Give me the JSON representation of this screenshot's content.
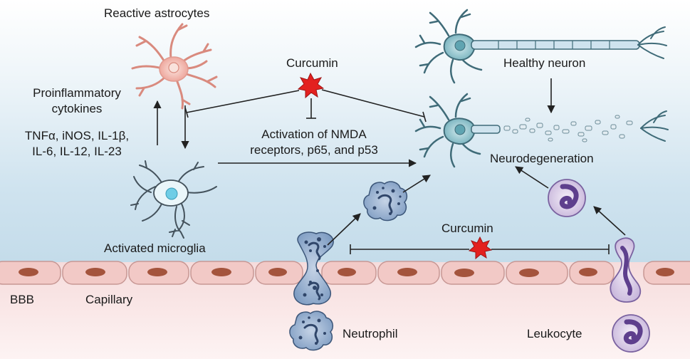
{
  "labels": {
    "reactive_astrocytes": "Reactive astrocytes",
    "curcumin_top": "Curcumin",
    "healthy_neuron": "Healthy neuron",
    "proinflammatory_1": "Proinflammatory",
    "proinflammatory_2": "cytokines",
    "cytokines_1": "TNFα, iNOS, IL-1β,",
    "cytokines_2": "IL-6, IL-12, IL-23",
    "nmda_1": "Activation of NMDA",
    "nmda_2": "receptors, p65, and p53",
    "neurodegeneration": "Neurodegeneration",
    "activated_microglia": "Activated microglia",
    "curcumin_bottom": "Curcumin",
    "bbb": "BBB",
    "capillary": "Capillary",
    "neutrophil": "Neutrophil",
    "leukocyte": "Leukocyte"
  },
  "colors": {
    "background_top": "#ffffff",
    "background_brain": "#cfe3ef",
    "background_blood": "#f6dede",
    "endothelium": "#f2c9c6",
    "endothelium_nucleus": "#a4543d",
    "astrocyte": "#f0b5ab",
    "microglia": "#e6f4f8",
    "neuron": "#8fc3cd",
    "neutrophil": "#6f8fb8",
    "leukocyte": "#b7a2cf",
    "curcumin_star": "#e3201f",
    "arrow": "#222222"
  }
}
